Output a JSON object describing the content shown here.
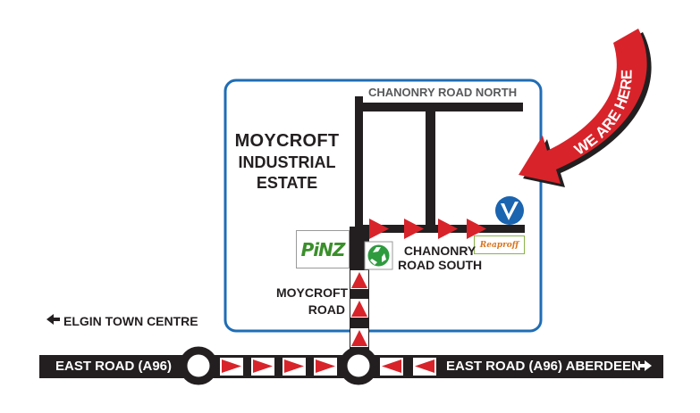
{
  "estate": {
    "name_line1": "MOYCROFT",
    "name_line2": "INDUSTRIAL",
    "name_line3": "ESTATE"
  },
  "roads": {
    "chanonry_north": "CHANONRY ROAD NORTH",
    "chanonry_south_line1": "CHANONRY",
    "chanonry_south_line2": "ROAD SOUTH",
    "moycroft_line1": "MOYCROFT",
    "moycroft_line2": "ROAD",
    "east_road_left": "EAST ROAD (A96)",
    "east_road_right": "EAST ROAD (A96) ABERDEEN",
    "elgin": "ELGIN TOWN CENTRE"
  },
  "markers": {
    "we_are_here": "WE ARE HERE"
  },
  "logos": {
    "pinz": "PiNZ",
    "retailer": "Reaproff",
    "recycling_icon": "recycling-icon",
    "location_icon": "v-location-icon"
  },
  "colors": {
    "road": "#231f20",
    "arrow": "#d8232a",
    "estate_border": "#1f6db5",
    "marker_blue": "#1a64b0"
  }
}
